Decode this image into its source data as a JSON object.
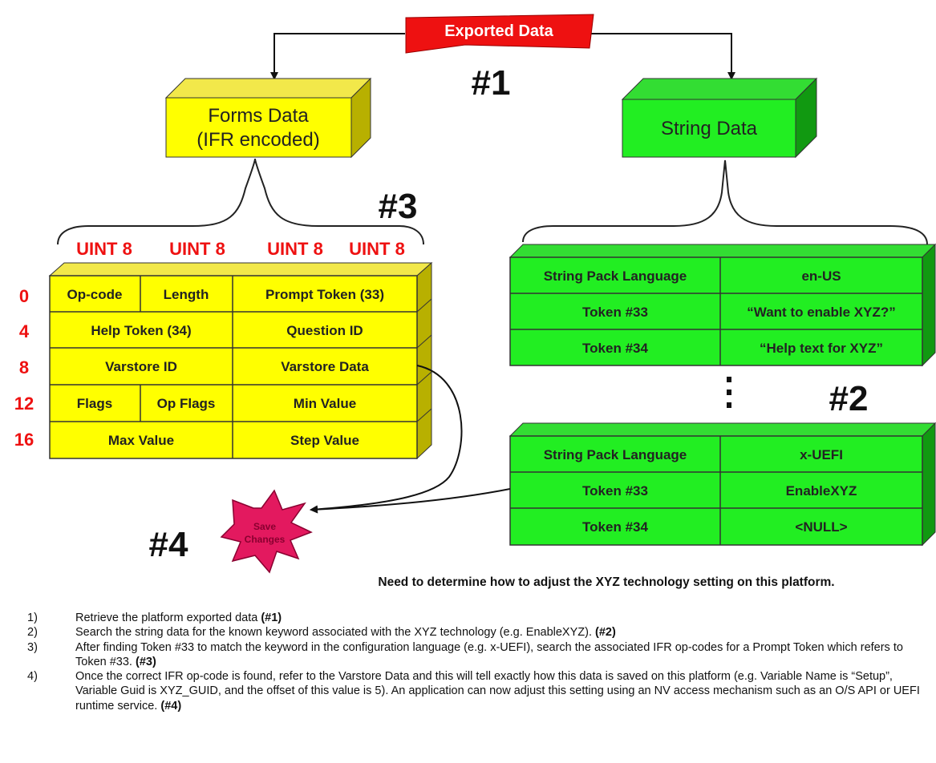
{
  "header": {
    "exported_label": "Exported Data"
  },
  "markers": {
    "m1": "#1",
    "m2": "#2",
    "m3": "#3",
    "m4": "#4"
  },
  "forms_box": {
    "line1": "Forms Data",
    "line2": "(IFR encoded)"
  },
  "string_box": {
    "label": "String Data"
  },
  "uint_labels": [
    "UINT 8",
    "UINT 8",
    "UINT 8",
    "UINT 8"
  ],
  "offsets": [
    "0",
    "4",
    "8",
    "12",
    "16"
  ],
  "ifr_fields": {
    "opcode": "Op-code",
    "length": "Length",
    "prompt_token": "Prompt Token (33)",
    "help_token": "Help Token (34)",
    "question_id": "Question ID",
    "varstore_id": "Varstore ID",
    "varstore_data": "Varstore Data",
    "flags": "Flags",
    "op_flags": "Op Flags",
    "min_value": "Min Value",
    "max_value": "Max Value",
    "step_value": "Step Value"
  },
  "string_pack_1": {
    "rows": [
      {
        "key": "String Pack Language",
        "value": "en-US"
      },
      {
        "key": "Token #33",
        "value": "“Want to enable XYZ?”"
      },
      {
        "key": "Token #34",
        "value": "“Help text for XYZ”"
      }
    ]
  },
  "ellipsis": "⋮",
  "string_pack_2": {
    "rows": [
      {
        "key": "String Pack Language",
        "value": "x-UEFI"
      },
      {
        "key": "Token #33",
        "value": "EnableXYZ"
      },
      {
        "key": "Token #34",
        "value": "<NULL>"
      }
    ]
  },
  "save_changes": {
    "line1": "Save",
    "line2": "Changes"
  },
  "caption": "Need to determine how to adjust the XYZ technology setting on this platform.",
  "steps": [
    {
      "num": "1)",
      "text": "Retrieve the platform exported data",
      "ref": "(#1)"
    },
    {
      "num": "2)",
      "text": "Search the string data for the known keyword associated with the XYZ technology (e.g. EnableXYZ).",
      "ref": "(#2)"
    },
    {
      "num": "3)",
      "text": "After finding Token #33 to match the keyword in the configuration language (e.g. x-UEFI), search the associated IFR op-codes for a Prompt Token which refers to Token #33.",
      "ref": "(#3)"
    },
    {
      "num": "4)",
      "text": "Once the correct IFR op-code is found, refer to the Varstore Data and this will tell exactly how this data is saved on this platform (e.g. Variable Name is “Setup”, Variable Guid is XYZ_GUID, and the offset of this value is 5).  An application can now adjust this setting using an NV access mechanism such as an O/S API or UEFI runtime service.",
      "ref": "(#4)"
    }
  ],
  "colors": {
    "exported_red": "#ee1111",
    "yellow_face": "#ffff00",
    "yellow_top": "#f2e84a",
    "yellow_side": "#b8b000",
    "green_face": "#22ee22",
    "green_top": "#33dd33",
    "green_side": "#119911",
    "uint_red": "#ee1111",
    "burst_pink": "#e3195f"
  }
}
